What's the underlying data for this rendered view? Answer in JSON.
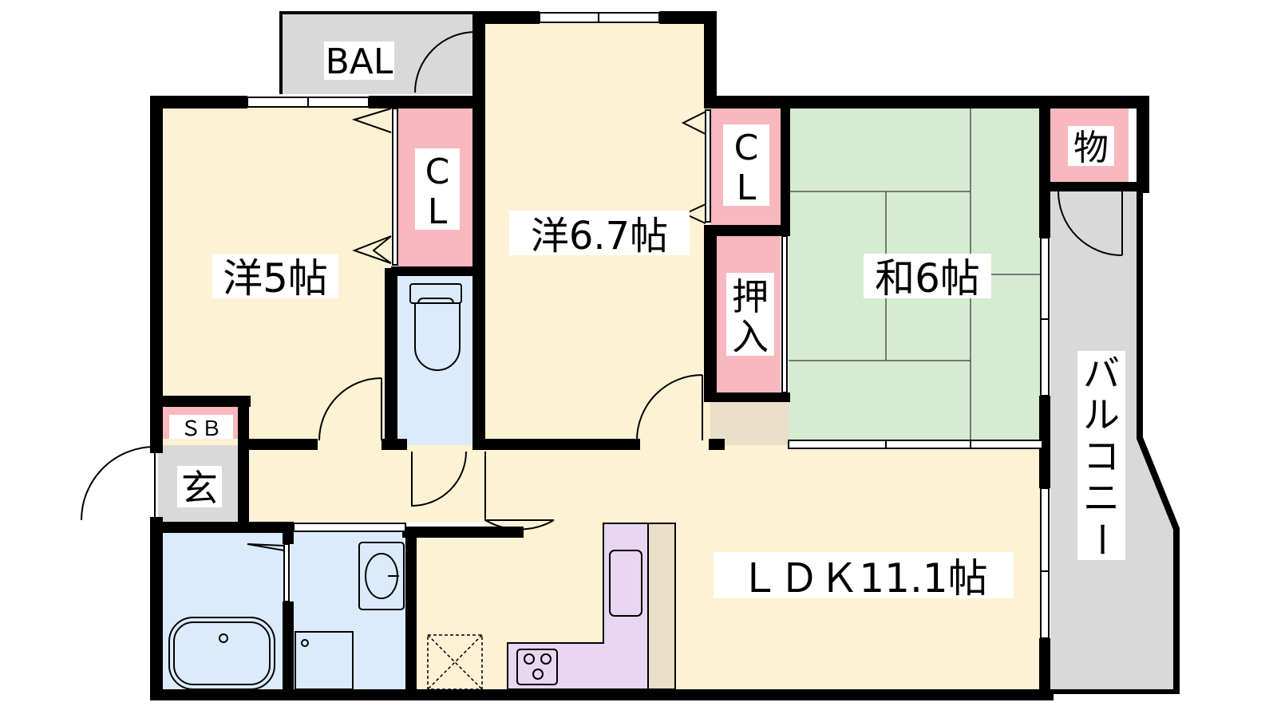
{
  "rooms": {
    "bal_top": "BAL",
    "western_5": "洋5帖",
    "western_67": "洋6.7帖",
    "japanese_6": "和6帖",
    "cl_left_1": "C",
    "cl_left_2": "L",
    "cl_mid_1": "C",
    "cl_mid_2": "L",
    "oshiire_1": "押",
    "oshiire_2": "入",
    "storage": "物",
    "sb": "ＳＢ",
    "genkan": "玄",
    "ldk": "ＬＤＫ11.1帖",
    "balcony_chars": [
      "バ",
      "ル",
      "コ",
      "ニ",
      "ー"
    ]
  },
  "colors": {
    "wall": "#000000",
    "wood_floor": "#fdf2d3",
    "tatami": "#d5ecd0",
    "closet": "#f8b8bd",
    "wet_area": "#dcebfb",
    "balcony": "#d9d9d9",
    "kitchen": "#e8d6f3",
    "tile": "#eadfc8"
  }
}
